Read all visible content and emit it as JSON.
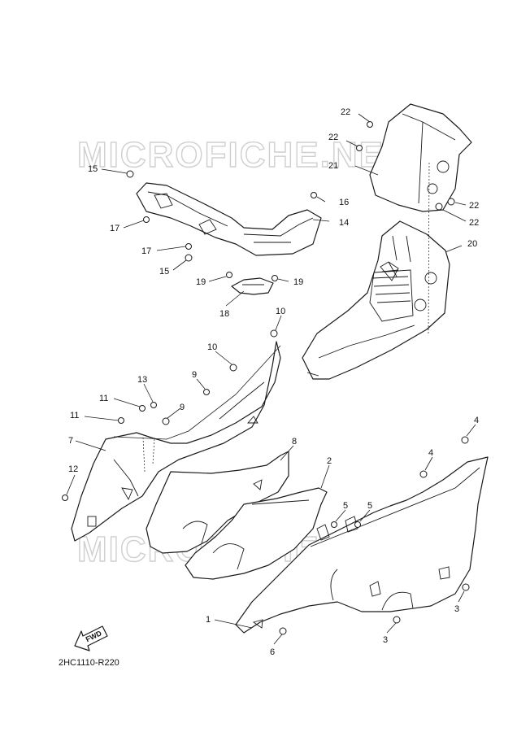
{
  "watermark": {
    "text": "MICROFICHE.NET",
    "color": "#cfcfcf"
  },
  "diagram_code": "2HC1110-R220",
  "fwd_label": "FWD",
  "callouts": [
    {
      "id": "c1",
      "label": "1"
    },
    {
      "id": "c2",
      "label": "2"
    },
    {
      "id": "c3a",
      "label": "3"
    },
    {
      "id": "c3b",
      "label": "3"
    },
    {
      "id": "c4a",
      "label": "4"
    },
    {
      "id": "c4b",
      "label": "4"
    },
    {
      "id": "c5a",
      "label": "5"
    },
    {
      "id": "c5b",
      "label": "5"
    },
    {
      "id": "c6",
      "label": "6"
    },
    {
      "id": "c7",
      "label": "7"
    },
    {
      "id": "c8",
      "label": "8"
    },
    {
      "id": "c9a",
      "label": "9"
    },
    {
      "id": "c9b",
      "label": "9"
    },
    {
      "id": "c10a",
      "label": "10"
    },
    {
      "id": "c10b",
      "label": "10"
    },
    {
      "id": "c11a",
      "label": "11"
    },
    {
      "id": "c11b",
      "label": "11"
    },
    {
      "id": "c12",
      "label": "12"
    },
    {
      "id": "c13",
      "label": "13"
    },
    {
      "id": "c14",
      "label": "14"
    },
    {
      "id": "c15a",
      "label": "15"
    },
    {
      "id": "c15b",
      "label": "15"
    },
    {
      "id": "c16",
      "label": "16"
    },
    {
      "id": "c17a",
      "label": "17"
    },
    {
      "id": "c17b",
      "label": "17"
    },
    {
      "id": "c18",
      "label": "18"
    },
    {
      "id": "c19a",
      "label": "19"
    },
    {
      "id": "c19b",
      "label": "19"
    },
    {
      "id": "c20",
      "label": "20"
    },
    {
      "id": "c21",
      "label": "21"
    },
    {
      "id": "c22a",
      "label": "22"
    },
    {
      "id": "c22b",
      "label": "22"
    },
    {
      "id": "c22c",
      "label": "22"
    },
    {
      "id": "c22d",
      "label": "22"
    }
  ]
}
